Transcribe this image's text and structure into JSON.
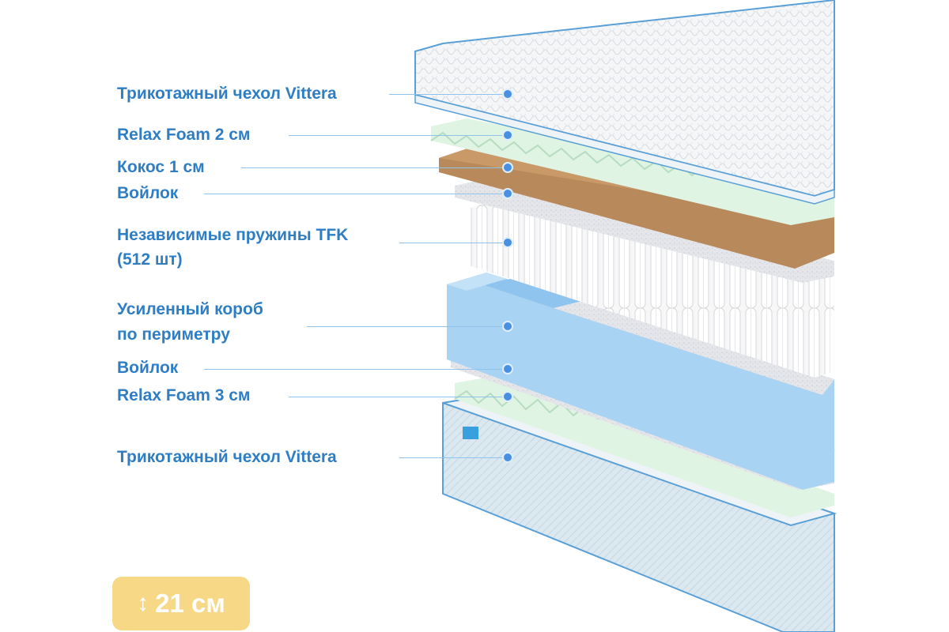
{
  "layers": [
    {
      "label": "Трикотажный чехол Vittera"
    },
    {
      "label": "Relax Foam 2 см"
    },
    {
      "label": "Кокос 1 см"
    },
    {
      "label": "Войлок"
    },
    {
      "label": "Независимые пружины TFK"
    },
    {
      "label": "(512 шт)"
    },
    {
      "label": "Усиленный короб"
    },
    {
      "label": "по периметру"
    },
    {
      "label": "Войлок"
    },
    {
      "label": "Relax Foam 3 см"
    },
    {
      "label": "Трикотажный чехол Vittera"
    }
  ],
  "badge": {
    "icon": "height-arrow-icon",
    "value": "21 см"
  },
  "colors": {
    "label_text": "#2f7ec4",
    "leader_line": "#8fc3ec",
    "dot": "#4a90e2",
    "badge_bg": "#f6d887",
    "cover": "#f2f4f6",
    "foam": "#dff4e3",
    "coconut": "#b8895a",
    "felt": "#e6e7ea",
    "box": "#a9d3f2",
    "base_cover": "#d9e6ef"
  }
}
